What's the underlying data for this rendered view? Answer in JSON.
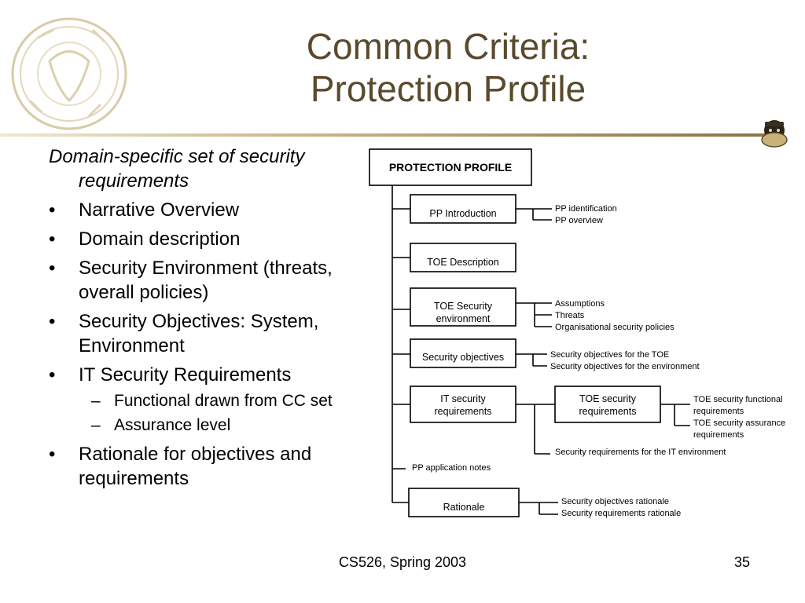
{
  "title": {
    "line1": "Common Criteria:",
    "line2": "Protection Profile"
  },
  "icons": {
    "seal": "university-seal-icon",
    "mascot": "mascot-logo-icon"
  },
  "colors": {
    "title": "#5a4a2c",
    "rule_start": "#f0e7d2",
    "rule_end": "#8b7447"
  },
  "content": {
    "intro": "Domain-specific set of security requirements",
    "bullets": [
      {
        "text": "Narrative Overview"
      },
      {
        "text": "Domain description"
      },
      {
        "text": "Security Environment (threats, overall policies)"
      },
      {
        "text": "Security Objectives:  System, Environment"
      },
      {
        "text": "IT Security Requirements",
        "sub": [
          "Functional drawn from CC set",
          "Assurance level"
        ]
      },
      {
        "text": "Rationale for objectives and requirements"
      }
    ]
  },
  "diagram": {
    "root": "PROTECTION PROFILE",
    "pp_intro": {
      "label": "PP Introduction",
      "items": [
        "PP identification",
        "PP overview"
      ]
    },
    "toe_description": {
      "label": "TOE Description"
    },
    "toe_env": {
      "label_line1": "TOE Security",
      "label_line2": "environment",
      "items": [
        "Assumptions",
        "Threats",
        "Organisational security policies"
      ]
    },
    "sec_obj": {
      "label": "Security objectives",
      "items": [
        "Security objectives for the TOE",
        "Security objectives for the environment"
      ]
    },
    "it_req": {
      "label_line1": "IT security",
      "label_line2": "requirements"
    },
    "toe_req": {
      "label_line1": "TOE security",
      "label_line2": "requirements",
      "items": [
        "TOE security functional",
        "requirements",
        "TOE security assurance",
        "requirements"
      ]
    },
    "it_env": "Security requirements for the IT environment",
    "app_notes": "PP application notes",
    "rationale": {
      "label": "Rationale",
      "items": [
        "Security objectives rationale",
        "Security requirements rationale"
      ]
    }
  },
  "footer": {
    "course": "CS526, Spring 2003",
    "page": "35"
  }
}
